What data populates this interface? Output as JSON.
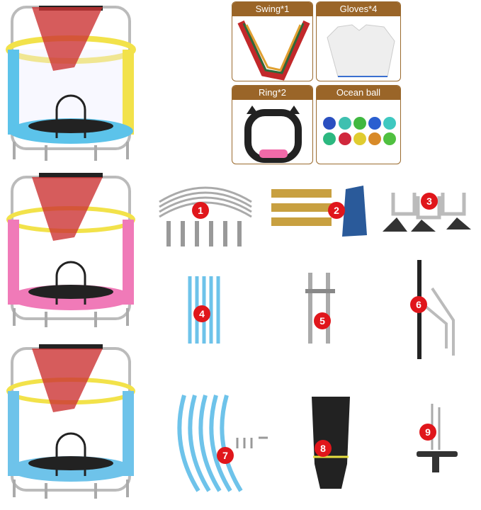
{
  "accessories": [
    {
      "label": "Swing*1",
      "icon": "hammock-swing-icon"
    },
    {
      "label": "Gloves*4",
      "icon": "gloves-icon"
    },
    {
      "label": "Ring*2",
      "icon": "gym-ring-icon"
    },
    {
      "label": "Ocean ball",
      "icon": "ocean-balls-icon"
    }
  ],
  "trampolines": [
    {
      "variant": "yellow-blue",
      "frame": "#f2e24a",
      "accent": "#5cc3ea"
    },
    {
      "variant": "pink",
      "frame": "#f07ab8",
      "accent": "#f07ab8"
    },
    {
      "variant": "blue",
      "frame": "#6ec3ea",
      "accent": "#6ec3ea"
    }
  ],
  "parts": [
    "1",
    "2",
    "3",
    "4",
    "5",
    "6",
    "7",
    "8",
    "9"
  ],
  "colors": {
    "header": "#9a6528",
    "badge": "#e0161b",
    "pole": "#6ec3ea"
  }
}
